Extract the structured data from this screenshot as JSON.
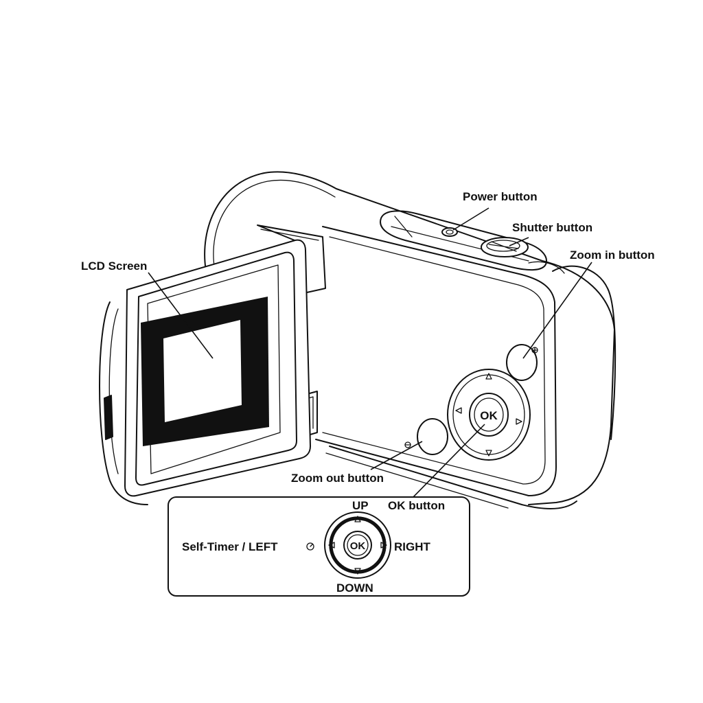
{
  "diagram": {
    "labels": {
      "power_button": "Power button",
      "shutter_button": "Shutter button",
      "zoom_in_button": "Zoom in button",
      "lcd_screen": "LCD Screen",
      "zoom_out_button": "Zoom out button",
      "up": "UP",
      "ok_button": "OK button",
      "self_timer_left": "Self-Timer / LEFT",
      "right": "RIGHT",
      "down": "DOWN"
    },
    "button_text": {
      "ok": "OK"
    },
    "colors": {
      "line": "#111111",
      "background": "#ffffff"
    },
    "icons": [
      "direction-up-icon",
      "direction-down-icon",
      "direction-left-icon",
      "direction-right-icon",
      "self-timer-icon",
      "zoom-in-icon",
      "zoom-out-icon"
    ]
  }
}
